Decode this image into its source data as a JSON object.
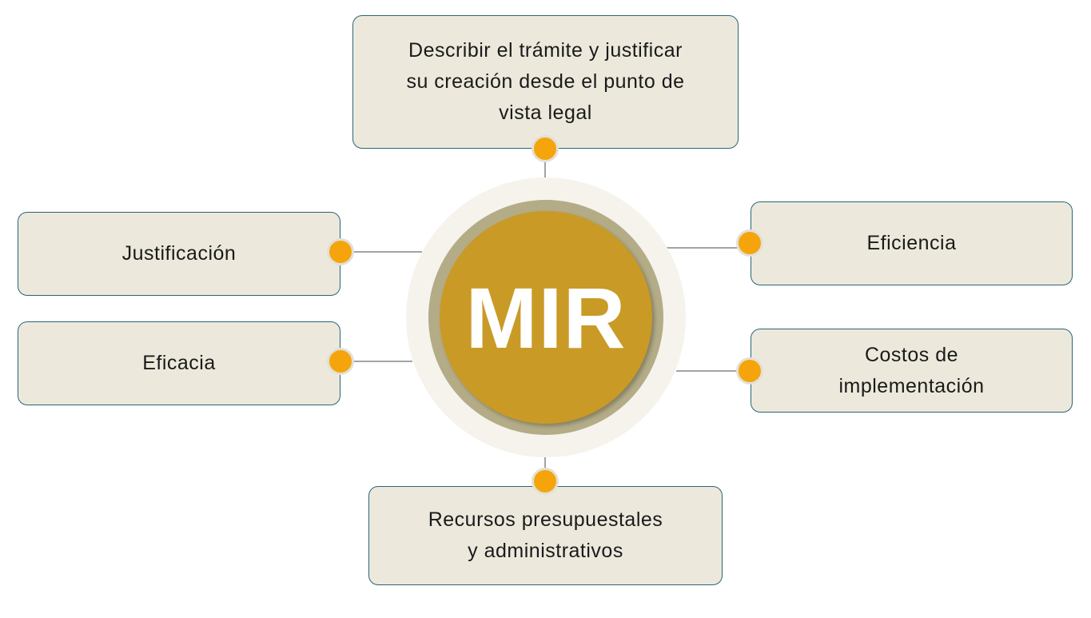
{
  "center": {
    "label": "MIR"
  },
  "nodes": {
    "top": [
      "Describir el trámite y justificar",
      "su creación desde el punto de",
      "vista legal"
    ],
    "left_top": [
      "Justificación"
    ],
    "left_bottom": [
      "Eficacia"
    ],
    "right_top": [
      "Eficiencia"
    ],
    "right_bottom": [
      "Costos de",
      "implementación"
    ],
    "bottom": [
      "Recursos presupuestales",
      "y administrativos"
    ]
  },
  "colors": {
    "box_fill": "#ece9dc",
    "box_border": "#2a6478",
    "connector_dot": "#f5a50b",
    "center_fill": "#c99a26",
    "center_ring": "#b3ac87",
    "connector_line": "#a3a3a3"
  }
}
